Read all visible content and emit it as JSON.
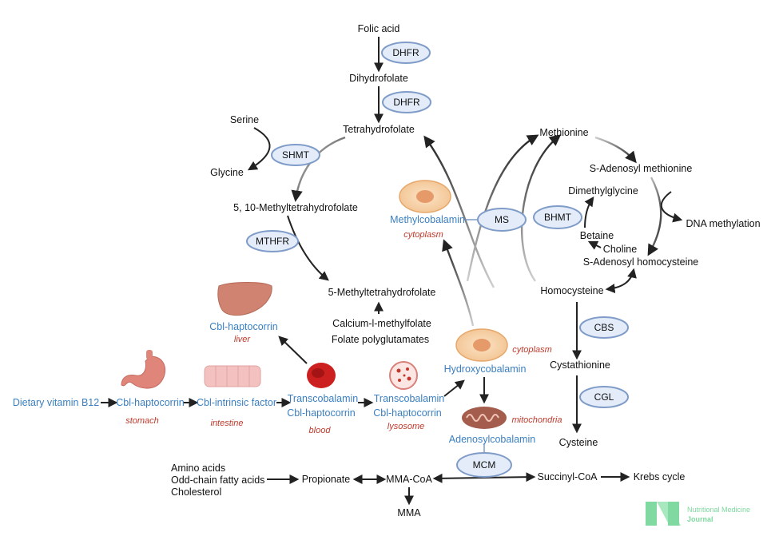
{
  "labels": {
    "folic_acid": "Folic acid",
    "dihydrofolate": "Dihydrofolate",
    "tetrahydrofolate": "Tetrahydrofolate",
    "serine": "Serine",
    "glycine": "Glycine",
    "methylene_thf": "5, 10-Methyltetrahydrofolate",
    "methyl_thf": "5-Methyltetrahydrofolate",
    "calcium_methylfolate": "Calcium-l-methylfolate",
    "folate_polyglutamates": "Folate polyglutamates",
    "methionine": "Methionine",
    "sam": "S-Adenosyl methionine",
    "dna_methylation": "DNA methylation",
    "dimethylglycine": "Dimethylglycine",
    "betaine": "Betaine",
    "choline": "Choline",
    "sah": "S-Adenosyl homocysteine",
    "homocysteine": "Homocysteine",
    "cystathionine": "Cystathionine",
    "cysteine": "Cysteine",
    "amino_acids": "Amino acids",
    "odd_chain": "Odd-chain fatty acids",
    "cholesterol": "Cholesterol",
    "propionate": "Propionate",
    "mma_coa": "MMA-CoA",
    "mma": "MMA",
    "succinyl_coa": "Succinyl-CoA",
    "krebs": "Krebs cycle"
  },
  "b12_labels": {
    "dietary": "Dietary vitamin B12",
    "cbl_haptocorrin_stomach": "Cbl-haptocorrin",
    "cbl_intrinsic": "Cbl-intrinsic factor",
    "cbl_haptocorrin_liver": "Cbl-haptocorrin",
    "transcobalamin_blood": "Transcobalamin",
    "cbl_haptocorrin_blood": "Cbl-haptocorrin",
    "transcobalamin_lysosome": "Transcobalamin",
    "cbl_haptocorrin_lysosome": "Cbl-haptocorrin",
    "hydroxycobalamin": "Hydroxycobalamin",
    "methylcobalamin": "Methylcobalamin",
    "adenosylcobalamin": "Adenosylcobalamin"
  },
  "locations": {
    "stomach": "stomach",
    "intestine": "intestine",
    "liver": "liver",
    "blood": "blood",
    "lysosome": "lysosome",
    "cytoplasm_methyl": "cytoplasm",
    "cytoplasm_hydroxy": "cytoplasm",
    "mitochondria": "mitochondria"
  },
  "enzymes": {
    "dhfr_1": "DHFR",
    "dhfr_2": "DHFR",
    "shmt": "SHMT",
    "mthfr": "MTHFR",
    "ms": "MS",
    "bhmt": "BHMT",
    "cbs": "CBS",
    "cgl": "CGL",
    "mcm": "MCM"
  },
  "logo": {
    "line1": "Nutritional Medicine",
    "line2": "Journal",
    "color": "#7fd9a0"
  },
  "colors": {
    "b12_blue": "#3a7fc1",
    "location_red": "#c0392b",
    "enzyme_fill": "#e3ecf8",
    "enzyme_stroke": "#7f9cc9"
  }
}
